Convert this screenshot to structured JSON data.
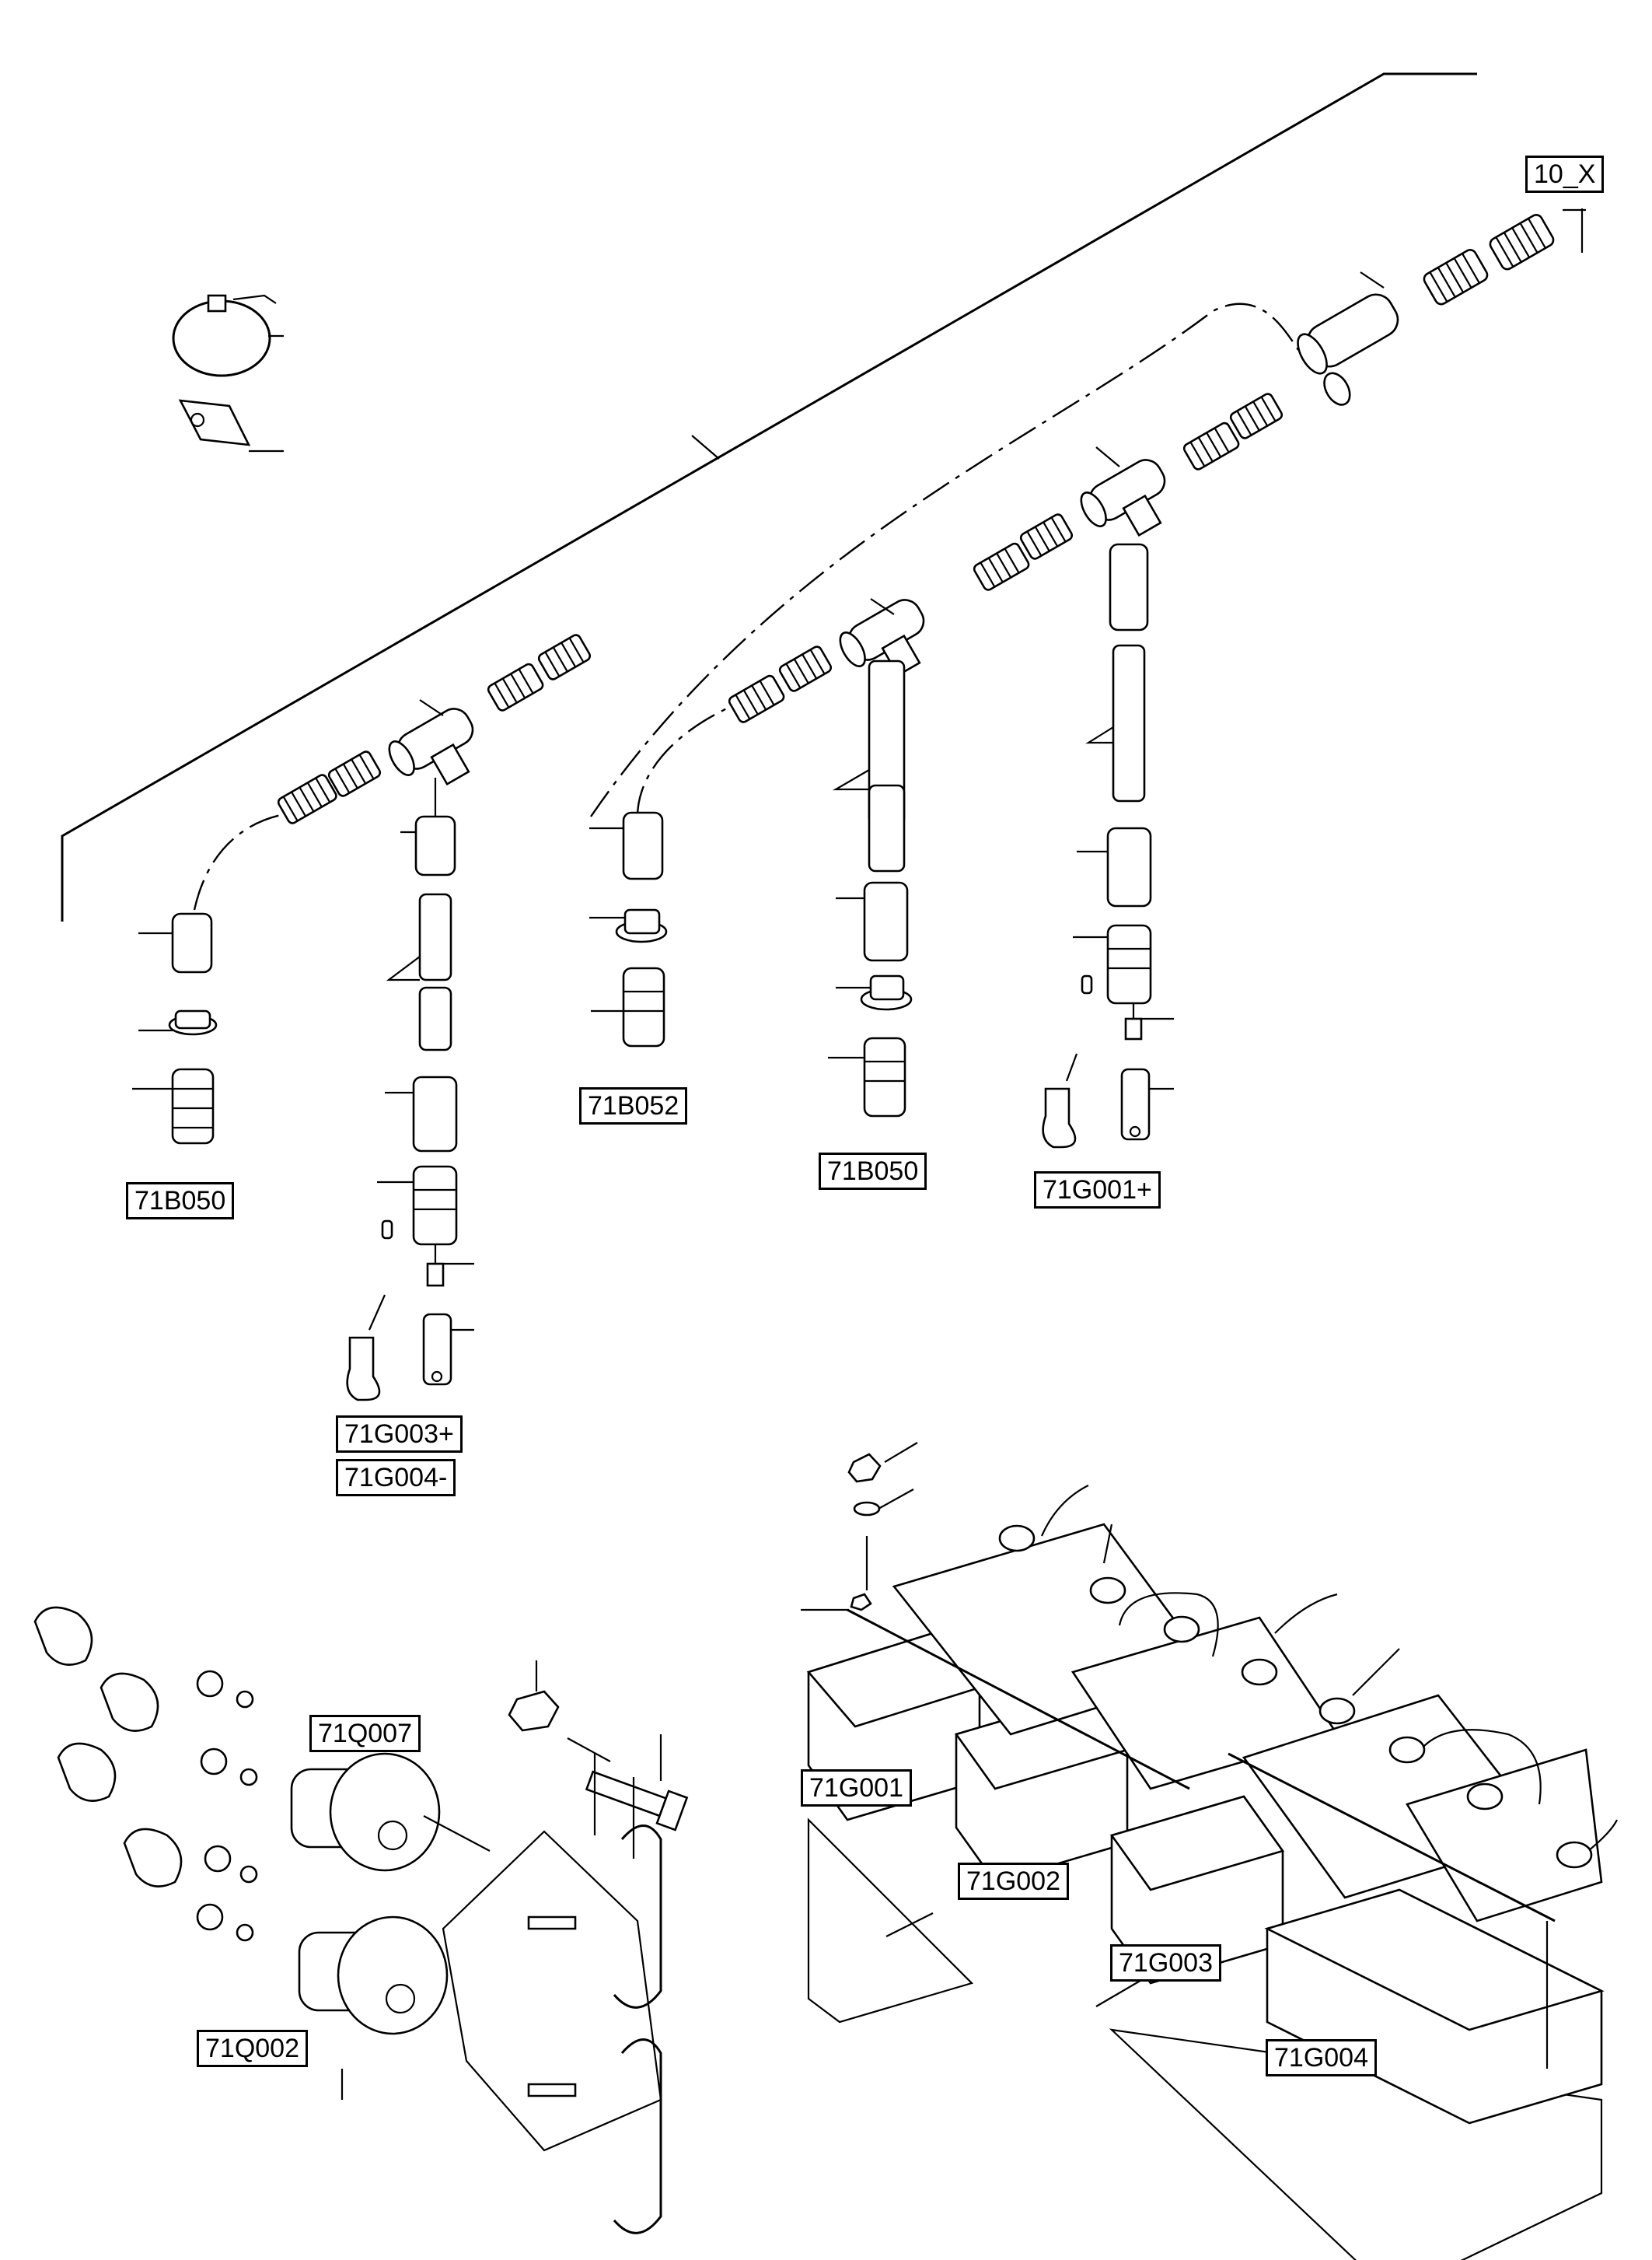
{
  "labels": {
    "ref_10x": "10_X",
    "b050_left": "71B050",
    "b052": "71B052",
    "b050_mid": "71B050",
    "g001_plus": "71G001+",
    "g003_plus": "71G003+",
    "g004_minus": "71G004-",
    "q007": "71Q007",
    "q002": "71Q002",
    "g001": "71G001",
    "g002": "71G002",
    "g003": "71G003",
    "g004": "71G004"
  },
  "colors": {
    "line": "#000000",
    "background": "#ffffff"
  }
}
